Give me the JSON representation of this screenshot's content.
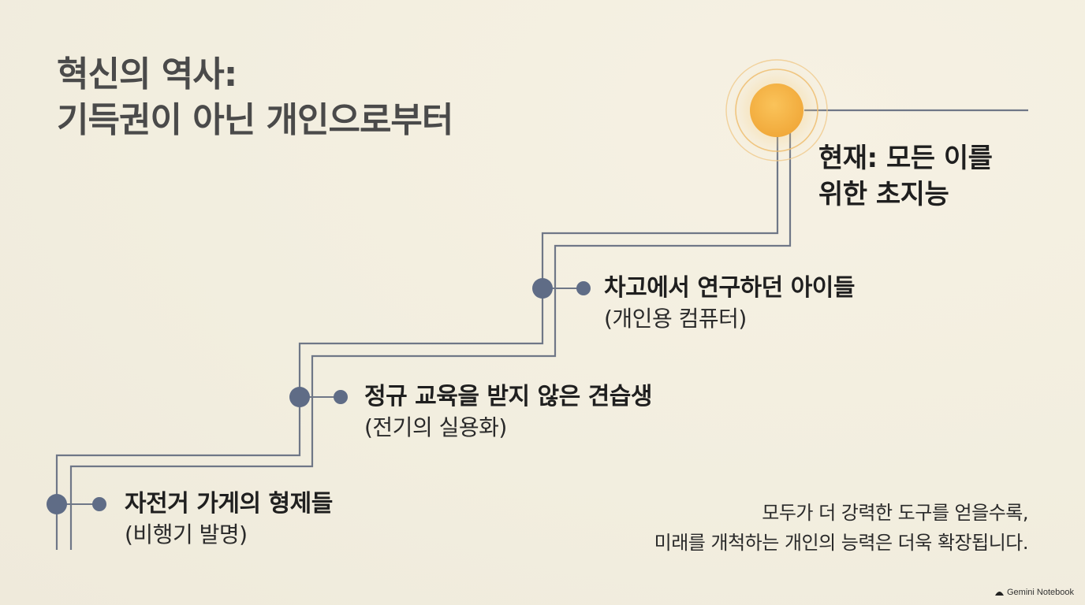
{
  "title": {
    "line1": "혁신의 역사:",
    "line2": "기득권이 아닌 개인으로부터"
  },
  "steps": [
    {
      "main": "자전거 가게의 형제들",
      "sub": "(비행기 발명)"
    },
    {
      "main": "정규 교육을 받지 않은 견습생",
      "sub": "(전기의 실용화)"
    },
    {
      "main": "차고에서 연구하던 아이들",
      "sub": "(개인용 컴퓨터)"
    }
  ],
  "present": {
    "line1": "현재: 모든 이를",
    "line2": "위한 초지능"
  },
  "footer": {
    "line1": "모두가 더 강력한 도구를 얻을수록,",
    "line2": "미래를 개척하는 개인의 능력은 더욱 확장됩니다."
  },
  "brand": "Gemini Notebook",
  "colors": {
    "background": "#f3efe2",
    "line": "#6f7787",
    "node": "#5f6c86",
    "sun": "#f2b13e",
    "title": "#4a4a4a"
  },
  "icons": {
    "brand": "gemini-notebook-icon",
    "sun": "sun-icon"
  }
}
